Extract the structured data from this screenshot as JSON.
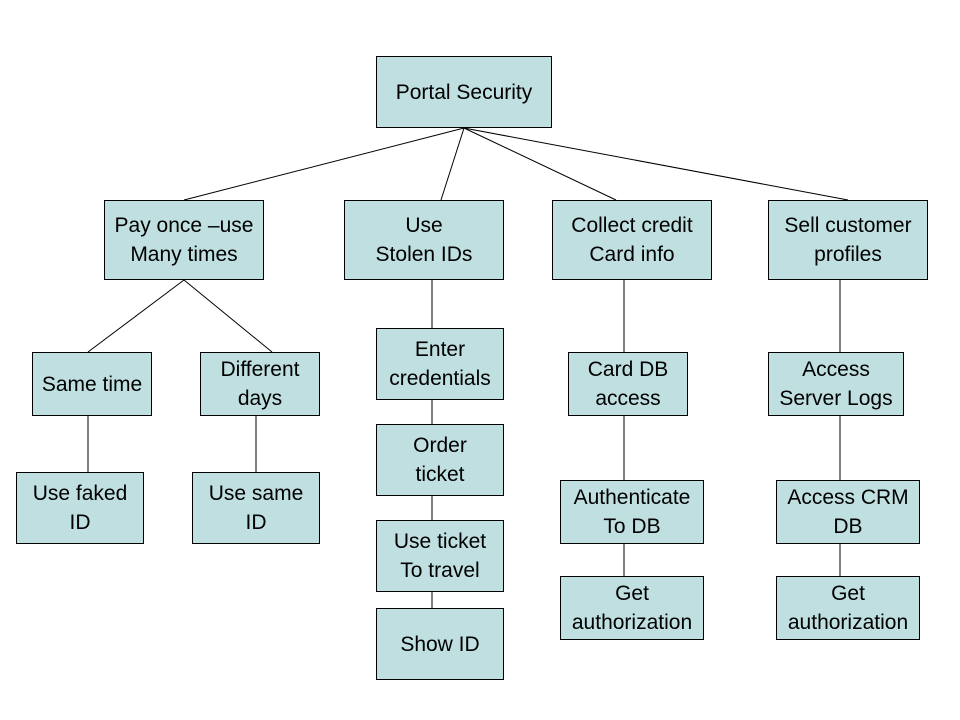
{
  "theme": {
    "node_fill": "#bfdfe0",
    "node_border": "#000000",
    "connector": "#000000",
    "background": "#ffffff"
  },
  "nodes": {
    "root": "Portal Security",
    "pay_once": "Pay once –use\nMany times",
    "stolen_ids": "Use\nStolen IDs",
    "credit_card": "Collect credit\nCard info",
    "sell_profiles": "Sell customer\nprofiles",
    "same_time": "Same time",
    "different_days": "Different\ndays",
    "use_faked_id": "Use faked\nID",
    "use_same_id": "Use same\nID",
    "enter_credentials": "Enter\ncredentials",
    "order_ticket": "Order\nticket",
    "use_ticket": "Use ticket\nTo travel",
    "show_id": "Show ID",
    "card_db_access": "Card DB\naccess",
    "authenticate_db": "Authenticate\nTo DB",
    "get_auth_card": "Get\nauthorization",
    "access_logs": "Access\nServer Logs",
    "access_crm": "Access CRM\nDB",
    "get_auth_crm": "Get\nauthorization"
  }
}
